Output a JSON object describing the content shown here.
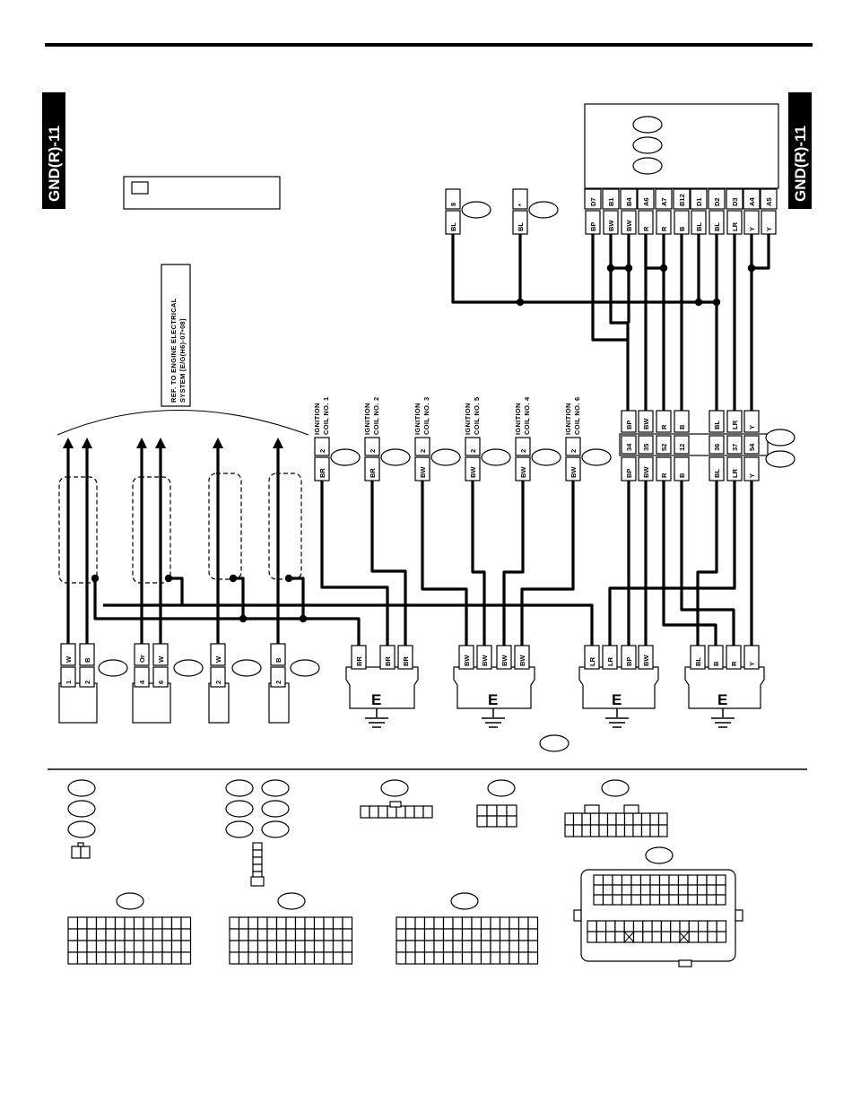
{
  "page_tag": "GND(R)-11",
  "reference_note": [
    "REF. TO ENGINE ELECTRICAL",
    "SYSTEM [E/G(H6)-07•08]"
  ],
  "coils": [
    {
      "name": "IGNITION COIL NO.1",
      "line1": "IGNITION",
      "line2": "COIL NO. 1",
      "pin": "2",
      "color": "BR"
    },
    {
      "name": "IGNITION COIL NO.2",
      "line1": "IGNITION",
      "line2": "COIL NO. 2",
      "pin": "2",
      "color": "BR"
    },
    {
      "name": "IGNITION COIL NO.3",
      "line1": "IGNITION",
      "line2": "COIL NO. 3",
      "pin": "2",
      "color": "BW"
    },
    {
      "name": "IGNITION COIL NO.5",
      "line1": "IGNITION",
      "line2": "COIL NO. 5",
      "pin": "2",
      "color": "BW"
    },
    {
      "name": "IGNITION COIL NO.4",
      "line1": "IGNITION",
      "line2": "COIL NO. 4",
      "pin": "2",
      "color": "BW"
    },
    {
      "name": "IGNITION COIL NO.6",
      "line1": "IGNITION",
      "line2": "COIL NO. 6",
      "pin": "2",
      "color": "BW"
    }
  ],
  "ecm_pins": [
    {
      "pin": "D7",
      "color": "BP"
    },
    {
      "pin": "B1",
      "color": "BW"
    },
    {
      "pin": "B4",
      "color": "BW"
    },
    {
      "pin": "A6",
      "color": "R"
    },
    {
      "pin": "A7",
      "color": "R"
    },
    {
      "pin": "B12",
      "color": "B"
    },
    {
      "pin": "D1",
      "color": "BL"
    },
    {
      "pin": "D2",
      "color": "BL"
    },
    {
      "pin": "D3",
      "color": "LR"
    },
    {
      "pin": "A4",
      "color": "Y"
    },
    {
      "pin": "A5",
      "color": "Y"
    }
  ],
  "single_terminals": [
    {
      "pin": "8",
      "color": "BL"
    },
    {
      "pin": "*",
      "color": "BL"
    }
  ],
  "joint_connector": {
    "upper_colors": [
      "BP",
      "BW",
      "R",
      "B",
      "BL",
      "LR",
      "Y"
    ],
    "pins": [
      "34",
      "35",
      "52",
      "12",
      "36",
      "37",
      "54"
    ],
    "lower_colors": [
      "BP",
      "BW",
      "R",
      "B",
      "BL",
      "LR",
      "Y"
    ]
  },
  "sensors": [
    {
      "colors": [
        "W",
        "B"
      ],
      "pins": [
        "1",
        "2"
      ]
    },
    {
      "colors": [
        "Or",
        "W"
      ],
      "pins": [
        "4",
        "6"
      ]
    },
    {
      "colors": [
        "W"
      ],
      "pins": [
        "2"
      ]
    },
    {
      "colors": [
        "B"
      ],
      "pins": [
        "2"
      ]
    }
  ],
  "grounds": [
    {
      "label": "E",
      "wires": [
        "BR",
        "BR",
        "BR"
      ]
    },
    {
      "label": "E",
      "wires": [
        "BW",
        "BW",
        "BW",
        "BW"
      ]
    },
    {
      "label": "E",
      "wires": [
        "LR",
        "LR",
        "BP",
        "BW"
      ]
    },
    {
      "label": "E",
      "wires": [
        "BL",
        "B",
        "R",
        "Y"
      ]
    }
  ]
}
